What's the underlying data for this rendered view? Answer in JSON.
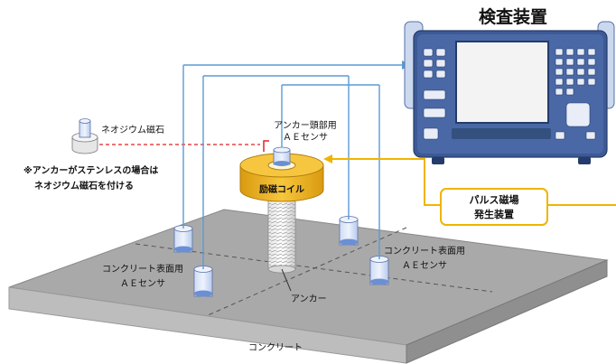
{
  "title": "検査装置",
  "labels": {
    "neo_magnet": "ネオジウム磁石",
    "note_line1": "※アンカーがステンレスの場合は",
    "note_line2": "ネオジウム磁石を付ける",
    "anchor_head_line1": "アンカー頭部用",
    "anchor_head_line2": "ＡＥセンサ",
    "coil": "励磁コイル",
    "pulse_line1": "パルス磁場",
    "pulse_line2": "発生装置",
    "surface_right_line1": "コンクリート表面用",
    "surface_right_line2": "ＡＥセンサ",
    "surface_left_line1": "コンクリート表面用",
    "surface_left_line2": "ＡＥセンサ",
    "anchor": "アンカー",
    "concrete": "コンクリート"
  },
  "colors": {
    "wire": "#5b9bd5",
    "pulse_wire": "#f0b400",
    "coil": "#f2b82e",
    "laser": "#e02020",
    "device_body": "#3d5a96",
    "device_screen": "#f5f5f5",
    "slab_top": "#a8a8a8",
    "slab_front": "#b8b8b8",
    "slab_side": "#8e8e8e",
    "sensor": "#6b8fd4"
  },
  "icons": [
    "inspection-device-icon",
    "ae-sensor-icon",
    "neodymium-magnet-icon",
    "excitation-coil-icon"
  ]
}
